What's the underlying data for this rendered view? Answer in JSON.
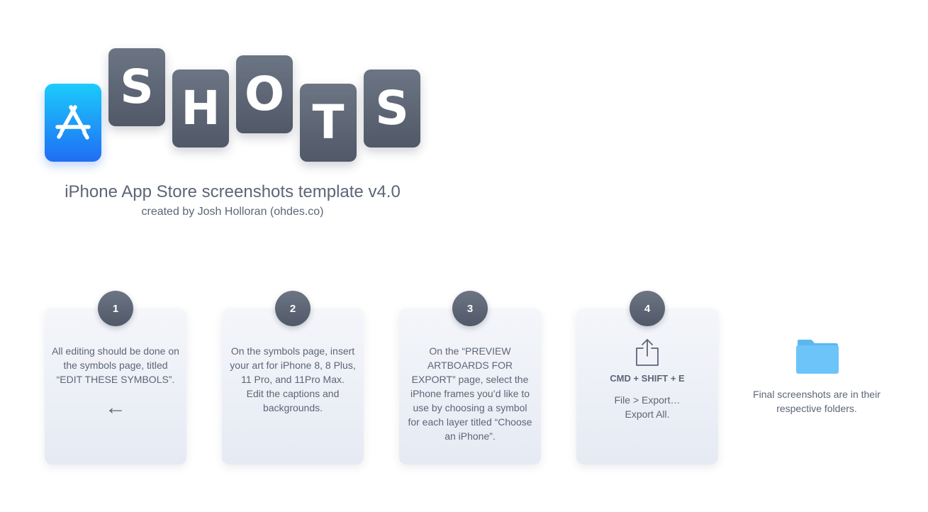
{
  "logo": {
    "icon": "app-store-icon",
    "letters": [
      "S",
      "H",
      "O",
      "T",
      "S"
    ]
  },
  "header": {
    "title": "iPhone App Store screenshots template v4.0",
    "subtitle": "created by Josh Holloran (ohdes.co)"
  },
  "steps": [
    {
      "number": "1",
      "lines": [
        "All editing should be done on",
        "the symbols page, titled",
        "“EDIT THESE SYMBOLS”."
      ],
      "icon": "arrow-left-icon",
      "arrow": "←"
    },
    {
      "number": "2",
      "lines": [
        "On the symbols page, insert",
        "your art for iPhone 8, 8 Plus,",
        "11 Pro, and 11Pro Max.",
        "Edit the captions and",
        "backgrounds."
      ]
    },
    {
      "number": "3",
      "lines": [
        "On the “PREVIEW",
        "ARTBOARDS FOR",
        "EXPORT” page, select the",
        "iPhone frames you’d like to",
        "use by choosing a symbol",
        "for each layer titled “Choose",
        "an iPhone”."
      ]
    },
    {
      "number": "4",
      "icon": "share-export-icon",
      "shortcut": "CMD + SHIFT + E",
      "menu_path": "File > Export…",
      "menu_action": "Export All."
    }
  ],
  "final": {
    "icon": "folder-icon",
    "lines": [
      "Final screenshots are in their",
      "respective folders."
    ]
  },
  "colors": {
    "tile_dark": "#5d6576",
    "appstore_top": "#1ccbfb",
    "appstore_bottom": "#1f6ef4",
    "folder": "#6cc4f8",
    "text": "#5d6576"
  }
}
